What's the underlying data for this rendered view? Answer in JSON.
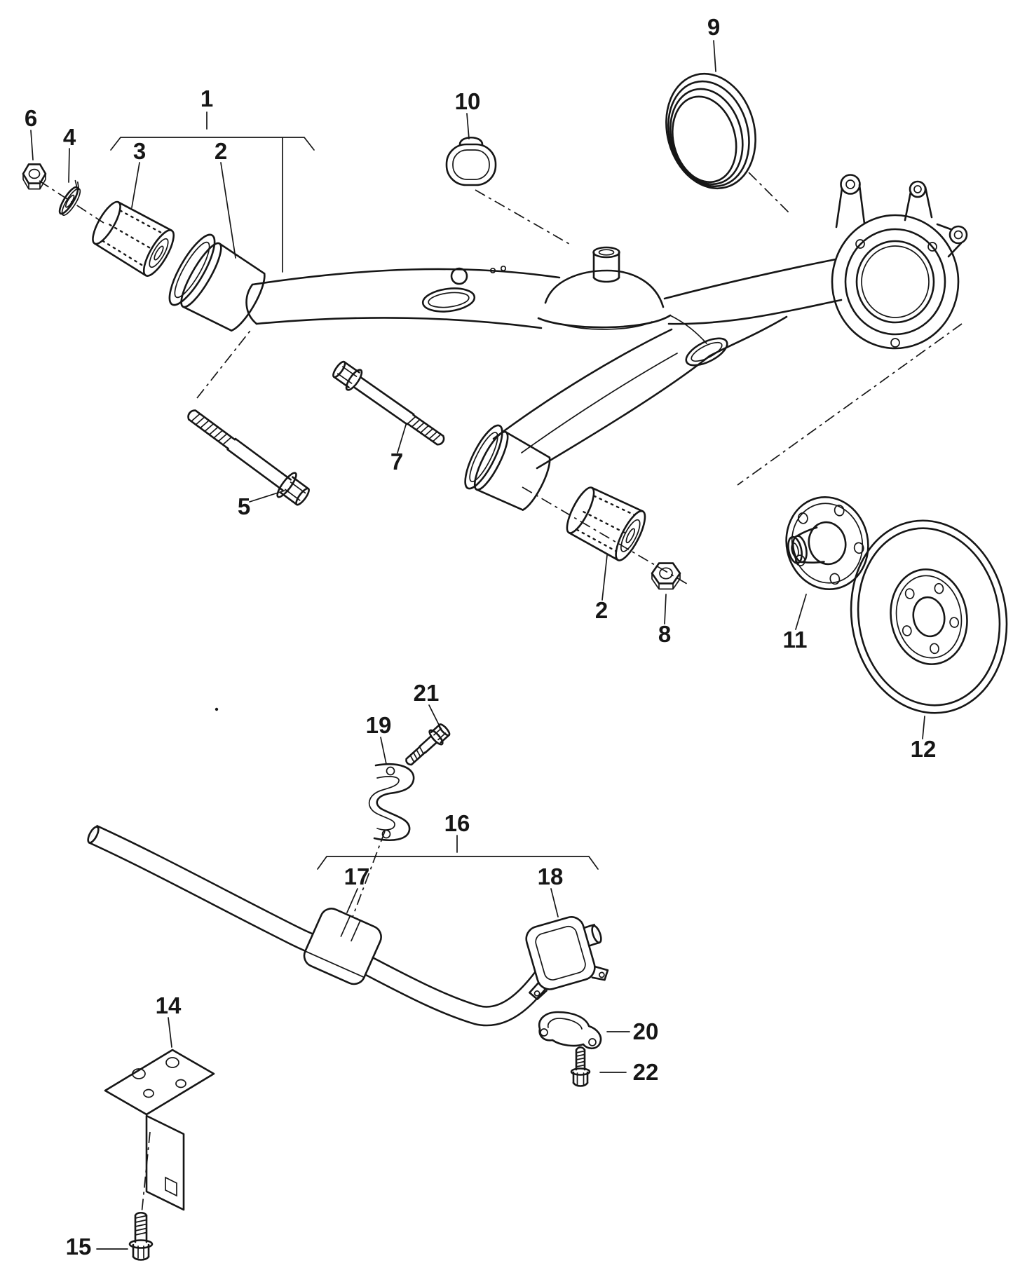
{
  "page": {
    "background": "#ffffff",
    "ink": "#161616"
  },
  "callouts": {
    "n1": "1",
    "n2a": "2",
    "n2b": "2",
    "n3": "3",
    "n4": "4",
    "n5": "5",
    "n6": "6",
    "n7": "7",
    "n8": "8",
    "n9": "9",
    "n10": "10",
    "n11": "11",
    "n12": "12",
    "n14": "14",
    "n15": "15",
    "n16": "16",
    "n17": "17",
    "n18": "18",
    "n19": "19",
    "n20": "20",
    "n21": "21",
    "n22": "22"
  }
}
